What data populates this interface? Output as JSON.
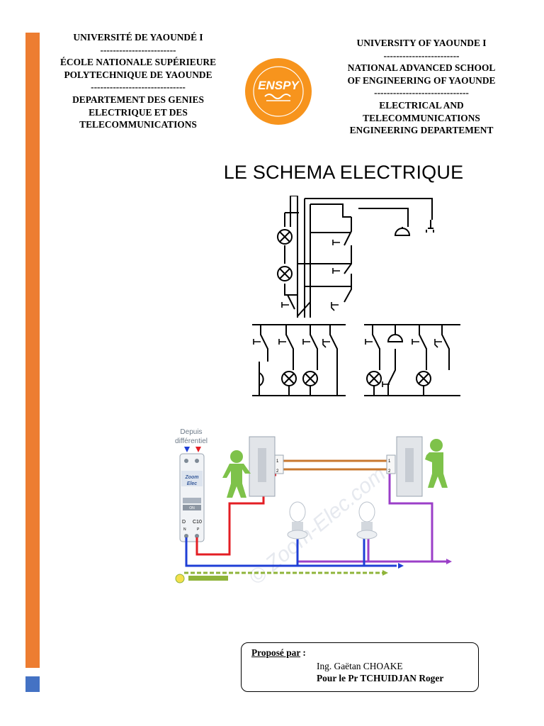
{
  "header_left": [
    "UNIVERSITÉ DE YAOUNDÉ I",
    "------------------------",
    "ÉCOLE NATIONALE SUPÉRIEURE",
    "POLYTECHNIQUE DE YAOUNDE",
    "------------------------------",
    "DEPARTEMENT DES GENIES",
    "ELECTRIQUE ET DES",
    "TELECOMMUNICATIONS"
  ],
  "header_right": [
    "UNIVERSITY OF YAOUNDE I",
    "------------------------",
    "NATIONAL ADVANCED SCHOOL",
    "OF ENGINEERING OF YAOUNDE",
    "------------------------------",
    "ELECTRICAL AND",
    "TELECOMMUNICATIONS",
    "ENGINEERING DEPARTEMENT"
  ],
  "logo": {
    "text": "ENSPY",
    "ring_color": "#f7941d",
    "text_color": "#ffffff"
  },
  "title": "LE SCHEMA ELECTRIQUE",
  "wiring": {
    "source_label_1": "Depuis",
    "source_label_2": "différentiel",
    "breaker_brand_1": "Zoom",
    "breaker_brand_2": "Elec",
    "breaker_on": "ON",
    "breaker_d": "D",
    "breaker_rating": "C10",
    "breaker_n": "N",
    "breaker_p": "P",
    "switch_terminal_1": "1",
    "switch_terminal_2": "2",
    "watermark": "© Zoom-Elec.com",
    "colors": {
      "phase": "#e31e24",
      "neutral": "#1f3fd6",
      "traveller": "#c8782f",
      "return": "#9b3fc8",
      "earth": "#8fb43a",
      "person": "#7ec24a"
    }
  },
  "credit": {
    "label": "Proposé par",
    "label_suffix": " :",
    "line1": "Ing. Gaëtan CHOAKE",
    "line2": "Pour le Pr TCHUIDJAN Roger"
  }
}
